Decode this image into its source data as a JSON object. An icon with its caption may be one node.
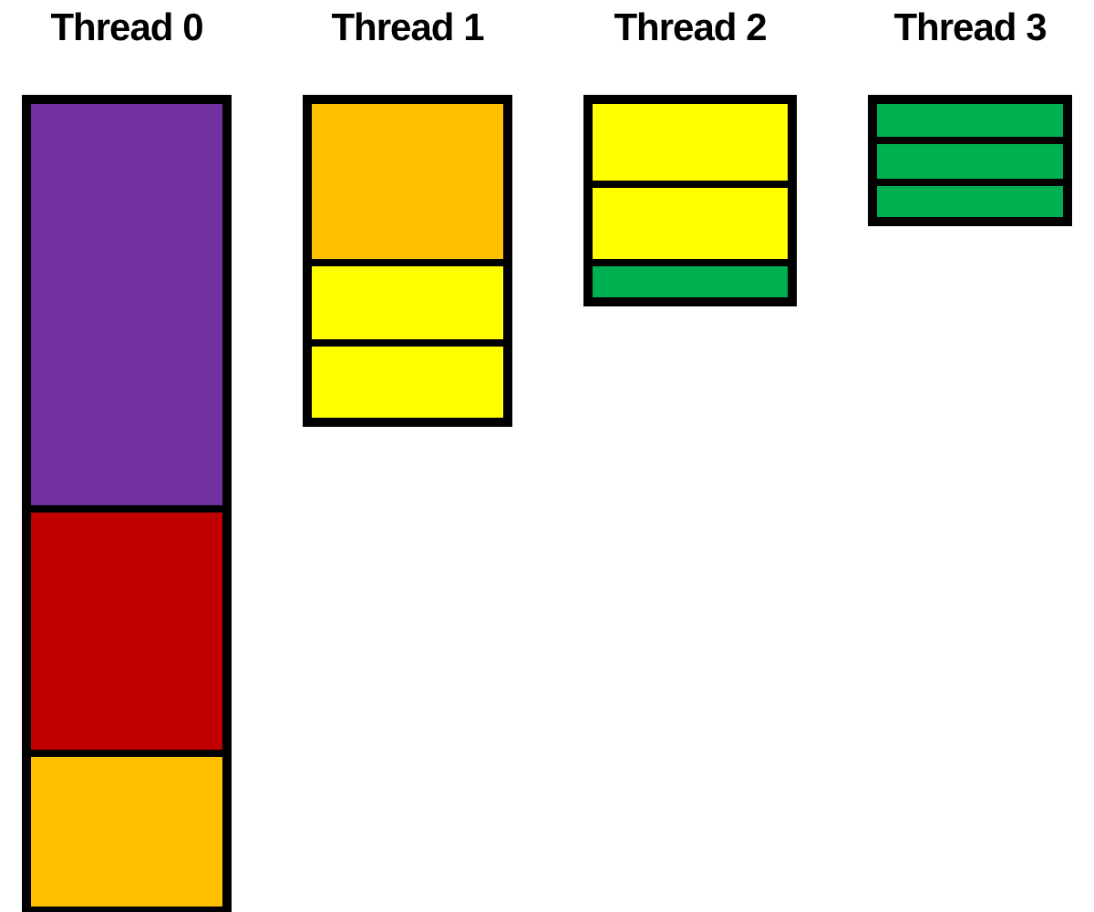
{
  "diagram": {
    "nodes": [
      {
        "text": [
          "Thread 0"
        ]
      },
      {
        "text": [],
        "shape": "box",
        "in": 0
      },
      {
        "text": [],
        "shape": "box",
        "in": 0
      },
      {
        "text": [],
        "shape": "box",
        "in": 0
      },
      {
        "text": [
          "Thread 1"
        ]
      },
      {
        "text": [],
        "shape": "box",
        "in": 4
      },
      {
        "text": [],
        "shape": "box",
        "in": 4
      },
      {
        "text": [],
        "shape": "box",
        "in": 4
      },
      {
        "text": [
          "Thread 2"
        ]
      },
      {
        "text": [],
        "shape": "box",
        "in": 8
      },
      {
        "text": [],
        "shape": "box",
        "in": 8
      },
      {
        "text": [],
        "shape": "box",
        "in": 8
      },
      {
        "text": [
          "Thread 3"
        ]
      },
      {
        "text": [],
        "shape": "box",
        "in": 12
      },
      {
        "text": [],
        "shape": "box",
        "in": 12
      },
      {
        "text": [],
        "shape": "box",
        "in": 12
      }
    ],
    "edges": []
  }
}
